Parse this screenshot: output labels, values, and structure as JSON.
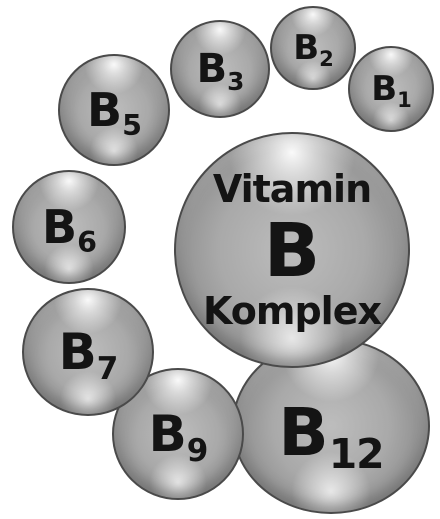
{
  "main": {
    "line1": "Vitamin",
    "line2": "B",
    "line3": "Komplex"
  },
  "vitamins": [
    {
      "key": "b12",
      "letter": "B",
      "number": "12"
    },
    {
      "key": "b9",
      "letter": "B",
      "number": "9"
    },
    {
      "key": "b7",
      "letter": "B",
      "number": "7"
    },
    {
      "key": "b6",
      "letter": "B",
      "number": "6"
    },
    {
      "key": "b5",
      "letter": "B",
      "number": "5"
    },
    {
      "key": "b3",
      "letter": "B",
      "number": "3"
    },
    {
      "key": "b2",
      "letter": "B",
      "number": "2"
    },
    {
      "key": "b1",
      "letter": "B",
      "number": "1"
    }
  ]
}
